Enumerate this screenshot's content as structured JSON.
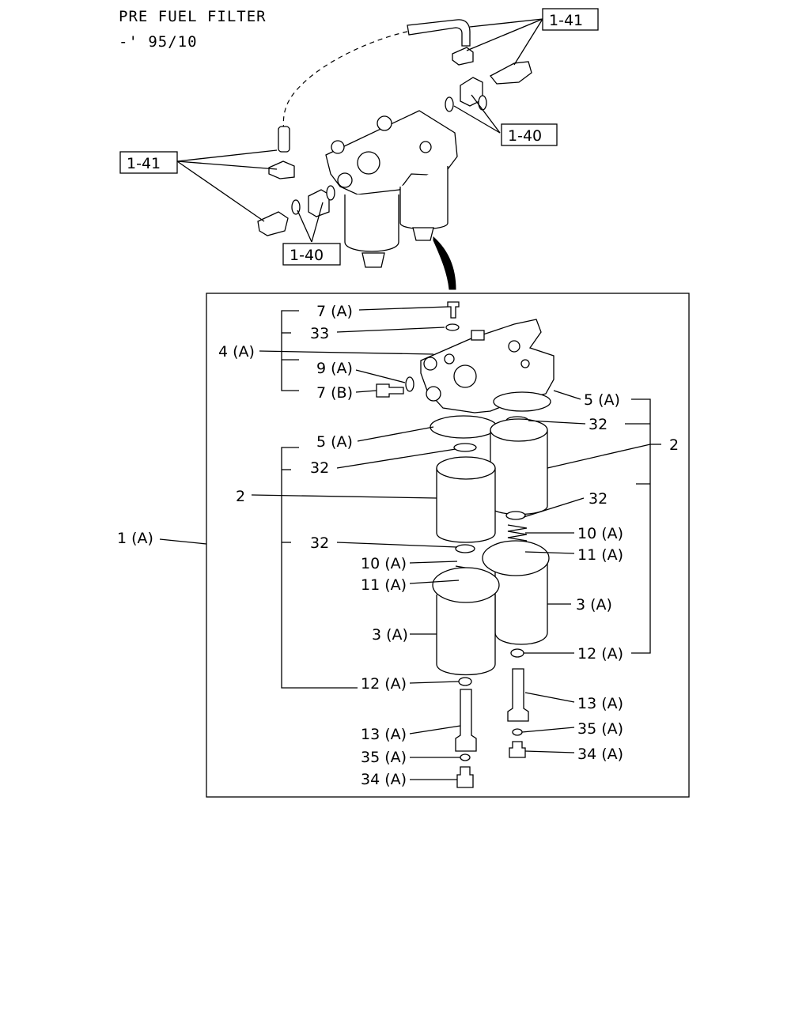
{
  "header": {
    "title": "PRE FUEL FILTER",
    "subtitle": "-' 95/10"
  },
  "refs": {
    "r141": "1-41",
    "r140": "1-40"
  },
  "labels": {
    "p1a": "1 (A)",
    "p2": "2",
    "p3a": "3 (A)",
    "p4a": "4 (A)",
    "p5a": "5 (A)",
    "p7a": "7 (A)",
    "p7b": "7 (B)",
    "p9a": "9 (A)",
    "p10a": "10 (A)",
    "p11a": "11 (A)",
    "p12a": "12 (A)",
    "p13a": "13 (A)",
    "p32": "32",
    "p33": "33",
    "p34a": "34 (A)",
    "p35a": "35 (A)"
  }
}
